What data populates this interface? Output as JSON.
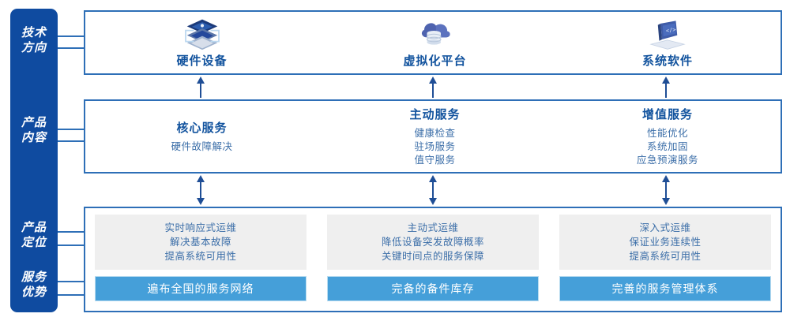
{
  "rail": {
    "color": "#0F4BA0",
    "labels": [
      {
        "name": "tech-direction",
        "line1": "技术",
        "line2": "方向"
      },
      {
        "name": "product-content",
        "line1": "产品",
        "line2": "内容"
      },
      {
        "name": "product-positioning",
        "line1": "产品",
        "line2": "定位"
      },
      {
        "name": "service-advantage",
        "line1": "服务",
        "line2": "优势"
      }
    ]
  },
  "tech": {
    "columns": [
      {
        "icon": "server-stack-icon",
        "title": "硬件设备"
      },
      {
        "icon": "cloud-database-icon",
        "title": "虚拟化平台"
      },
      {
        "icon": "laptop-code-icon",
        "title": "系统软件"
      }
    ]
  },
  "content": {
    "columns": [
      {
        "head": "核心服务",
        "items": [
          "硬件故障解决"
        ]
      },
      {
        "head": "主动服务",
        "items": [
          "健康检查",
          "驻场服务",
          "值守服务"
        ]
      },
      {
        "head": "增值服务",
        "items": [
          "性能优化",
          "系统加固",
          "应急预演服务"
        ]
      }
    ]
  },
  "bottom": {
    "columns": [
      {
        "positioning": [
          "实时响应式运维",
          "解决基本故障",
          "提高系统可用性"
        ],
        "advantage": "遍布全国的服务网络"
      },
      {
        "positioning": [
          "主动式运维",
          "降低设备突发故障概率",
          "关键时间点的服务保障"
        ],
        "advantage": "完备的备件库存"
      },
      {
        "positioning": [
          "深入式运维",
          "保证业务连续性",
          "提高系统可用性"
        ],
        "advantage": "完善的服务管理体系"
      }
    ]
  },
  "colors": {
    "rail_navy": "#0F4BA0",
    "border_blue": "#2E6FB7",
    "title_blue": "#12539E",
    "body_blue": "#3B6EA8",
    "bar_blue": "#459FD9",
    "card_gray": "#EFEFEF"
  }
}
